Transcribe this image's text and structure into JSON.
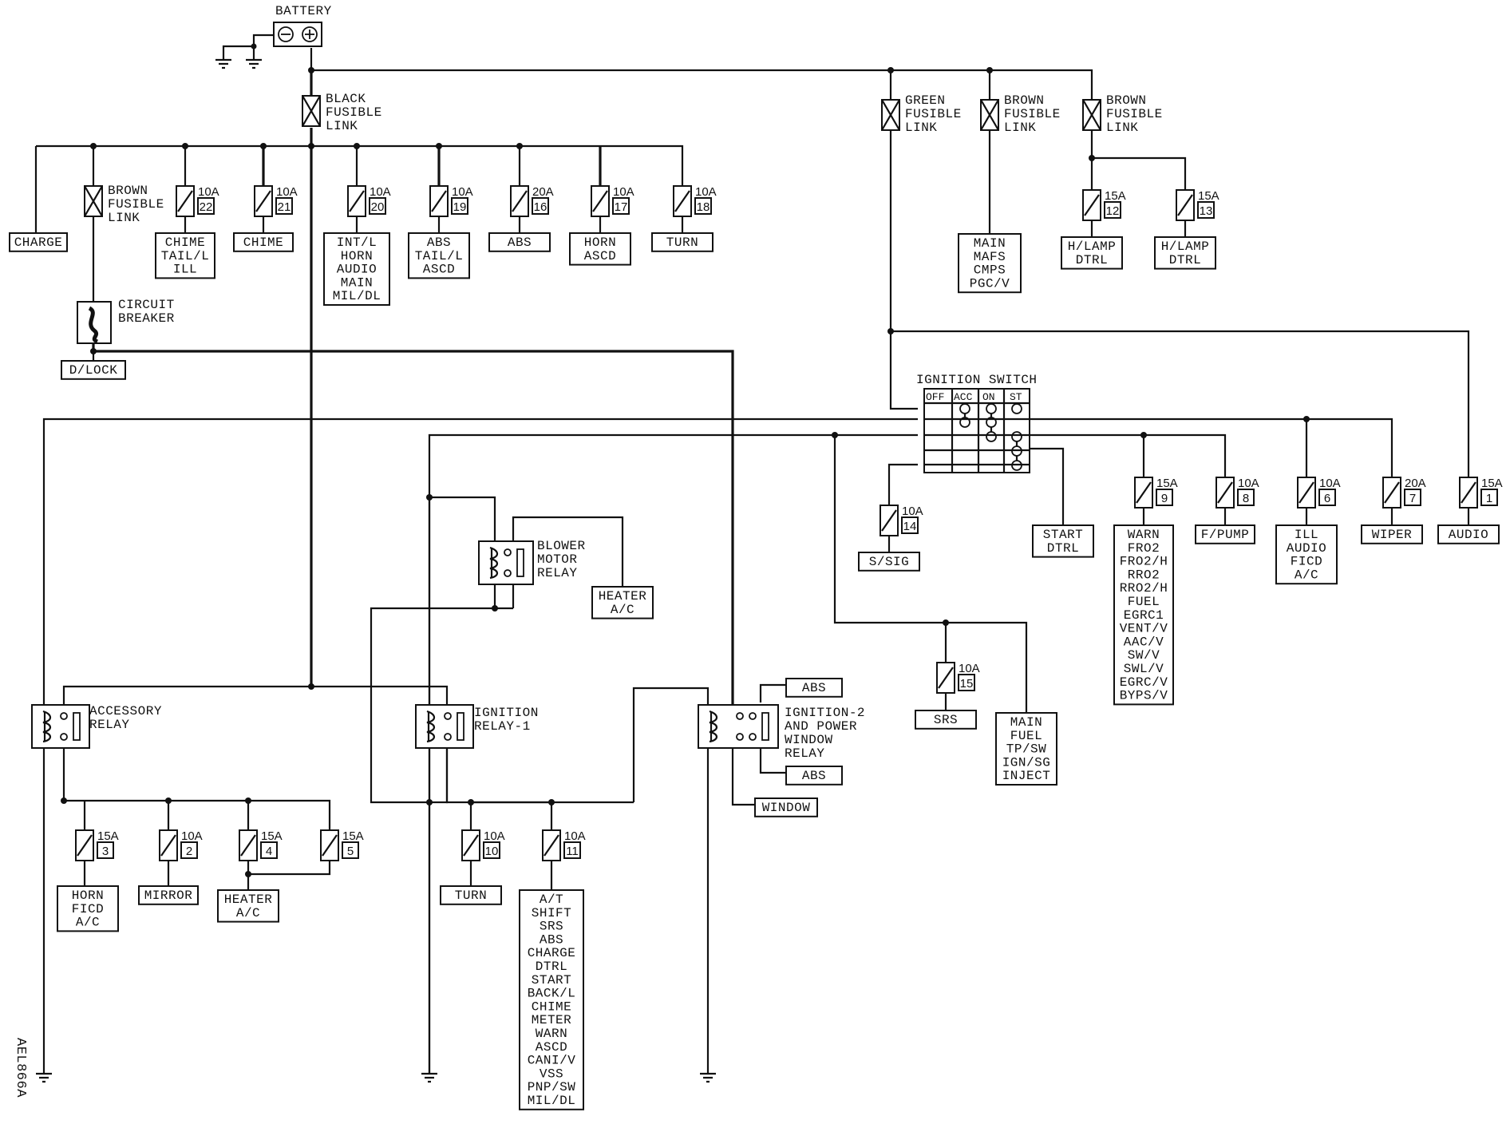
{
  "battery": "BATTERY",
  "black_fusible_link": [
    "BLACK",
    "FUSIBLE",
    "LINK"
  ],
  "green_fusible_link": [
    "GREEN",
    "FUSIBLE",
    "LINK"
  ],
  "brown_fusible_link_1": [
    "BROWN",
    "FUSIBLE",
    "LINK"
  ],
  "brown_fusible_link_2": [
    "BROWN",
    "FUSIBLE",
    "LINK"
  ],
  "brown_fusible_link_3": [
    "BROWN",
    "FUSIBLE",
    "LINK"
  ],
  "circuit_breaker": [
    "CIRCUIT",
    "BREAKER"
  ],
  "ignition_switch": {
    "title": "IGNITION SWITCH",
    "positions": [
      "OFF",
      "ACC",
      "ON",
      "ST"
    ]
  },
  "relays": {
    "blower": [
      "BLOWER",
      "MOTOR",
      "RELAY"
    ],
    "accessory": [
      "ACCESSORY",
      "RELAY"
    ],
    "ignition1": [
      "IGNITION",
      "RELAY-1"
    ],
    "ignition2": [
      "IGNITION-2",
      "AND POWER",
      "WINDOW",
      "RELAY"
    ]
  },
  "fuses": [
    {
      "id": "f22",
      "amp": "10A",
      "num": "22",
      "load": [
        "CHIME",
        "TAIL/L",
        "ILL"
      ]
    },
    {
      "id": "f21",
      "amp": "10A",
      "num": "21",
      "load": [
        "CHIME"
      ]
    },
    {
      "id": "f20",
      "amp": "10A",
      "num": "20",
      "load": [
        "INT/L",
        "HORN",
        "AUDIO",
        "MAIN",
        "MIL/DL"
      ]
    },
    {
      "id": "f19",
      "amp": "10A",
      "num": "19",
      "load": [
        "ABS",
        "TAIL/L",
        "ASCD"
      ]
    },
    {
      "id": "f16",
      "amp": "20A",
      "num": "16",
      "load": [
        "ABS"
      ]
    },
    {
      "id": "f17",
      "amp": "10A",
      "num": "17",
      "load": [
        "HORN",
        "ASCD"
      ]
    },
    {
      "id": "f18",
      "amp": "10A",
      "num": "18",
      "load": [
        "TURN"
      ]
    },
    {
      "id": "f12",
      "amp": "15A",
      "num": "12",
      "load": [
        "H/LAMP",
        "DTRL"
      ]
    },
    {
      "id": "f13",
      "amp": "15A",
      "num": "13",
      "load": [
        "H/LAMP",
        "DTRL"
      ]
    },
    {
      "id": "f14",
      "amp": "10A",
      "num": "14",
      "load": [
        "S/SIG"
      ]
    },
    {
      "id": "f9",
      "amp": "15A",
      "num": "9",
      "load": [
        "WARN",
        "FRO2",
        "FRO2/H",
        "RRO2",
        "RRO2/H",
        "FUEL",
        "EGRC1",
        "VENT/V",
        "AAC/V",
        "SW/V",
        "SWL/V",
        "EGRC/V",
        "BYPS/V"
      ]
    },
    {
      "id": "f8",
      "amp": "10A",
      "num": "8",
      "load": [
        "F/PUMP"
      ]
    },
    {
      "id": "f6",
      "amp": "10A",
      "num": "6",
      "load": [
        "ILL",
        "AUDIO",
        "FICD",
        "A/C"
      ]
    },
    {
      "id": "f7",
      "amp": "20A",
      "num": "7",
      "load": [
        "WIPER"
      ]
    },
    {
      "id": "f1",
      "amp": "15A",
      "num": "1",
      "load": [
        "AUDIO"
      ]
    },
    {
      "id": "f15",
      "amp": "10A",
      "num": "15",
      "load": [
        "SRS"
      ]
    },
    {
      "id": "f3",
      "amp": "15A",
      "num": "3",
      "load": [
        "HORN",
        "FICD",
        "A/C"
      ]
    },
    {
      "id": "f2",
      "amp": "10A",
      "num": "2",
      "load": [
        "MIRROR"
      ]
    },
    {
      "id": "f4",
      "amp": "15A",
      "num": "4",
      "load": [
        "HEATER",
        "A/C"
      ]
    },
    {
      "id": "f5",
      "amp": "15A",
      "num": "5",
      "load": []
    },
    {
      "id": "f10",
      "amp": "10A",
      "num": "10",
      "load": [
        "TURN"
      ]
    },
    {
      "id": "f11",
      "amp": "10A",
      "num": "11",
      "load": [
        "A/T",
        "SHIFT",
        "SRS",
        "ABS",
        "CHARGE",
        "DTRL",
        "START",
        "BACK/L",
        "CHIME",
        "METER",
        "WARN",
        "ASCD",
        "CANI/V",
        "VSS",
        "PNP/SW",
        "MIL/DL"
      ]
    }
  ],
  "loads": {
    "charge": [
      "CHARGE"
    ],
    "dlock": [
      "D/LOCK"
    ],
    "main_mafs": [
      "MAIN",
      "MAFS",
      "CMPS",
      "PGC/V"
    ],
    "heater_ac_blower": [
      "HEATER",
      "A/C"
    ],
    "start_dtrl": [
      "START",
      "DTRL"
    ],
    "main_fuel": [
      "MAIN",
      "FUEL",
      "TP/SW",
      "IGN/SG",
      "INJECT"
    ],
    "abs_top": [
      "ABS"
    ],
    "abs_bottom": [
      "ABS"
    ],
    "window": [
      "WINDOW"
    ]
  },
  "figure_code": "AEL866A"
}
